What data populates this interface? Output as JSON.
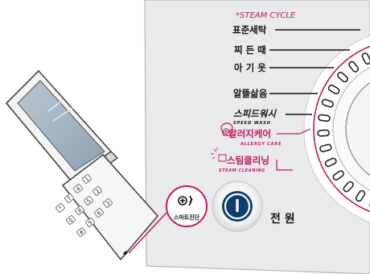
{
  "panel": {
    "steam_cycle_header": "*STEAM CYCLE",
    "colors": {
      "panel_bg": "#e9eaec",
      "magenta": "#c2185b",
      "text": "#111111",
      "power_blue": "#0d3f6e"
    },
    "cycles": [
      {
        "label": "표준세탁"
      },
      {
        "label": "찌 든 때"
      },
      {
        "label": "아 기 옷"
      },
      {
        "label": "알뜰삶음"
      },
      {
        "label": "스피드워시",
        "sub": "SPEED WASH"
      },
      {
        "label": "알러지케어",
        "sub": "ALLERGY CARE"
      },
      {
        "label": "스팀클리닝",
        "sub": "STEAM CLEANING"
      }
    ],
    "smart_diagnosis_label": "스마트진단",
    "power_label": "전 원"
  },
  "phone": {
    "keypad": [
      "1",
      "2",
      "3",
      "4",
      "5",
      "6",
      "7",
      "8",
      "9",
      "*",
      "0",
      "#"
    ]
  }
}
